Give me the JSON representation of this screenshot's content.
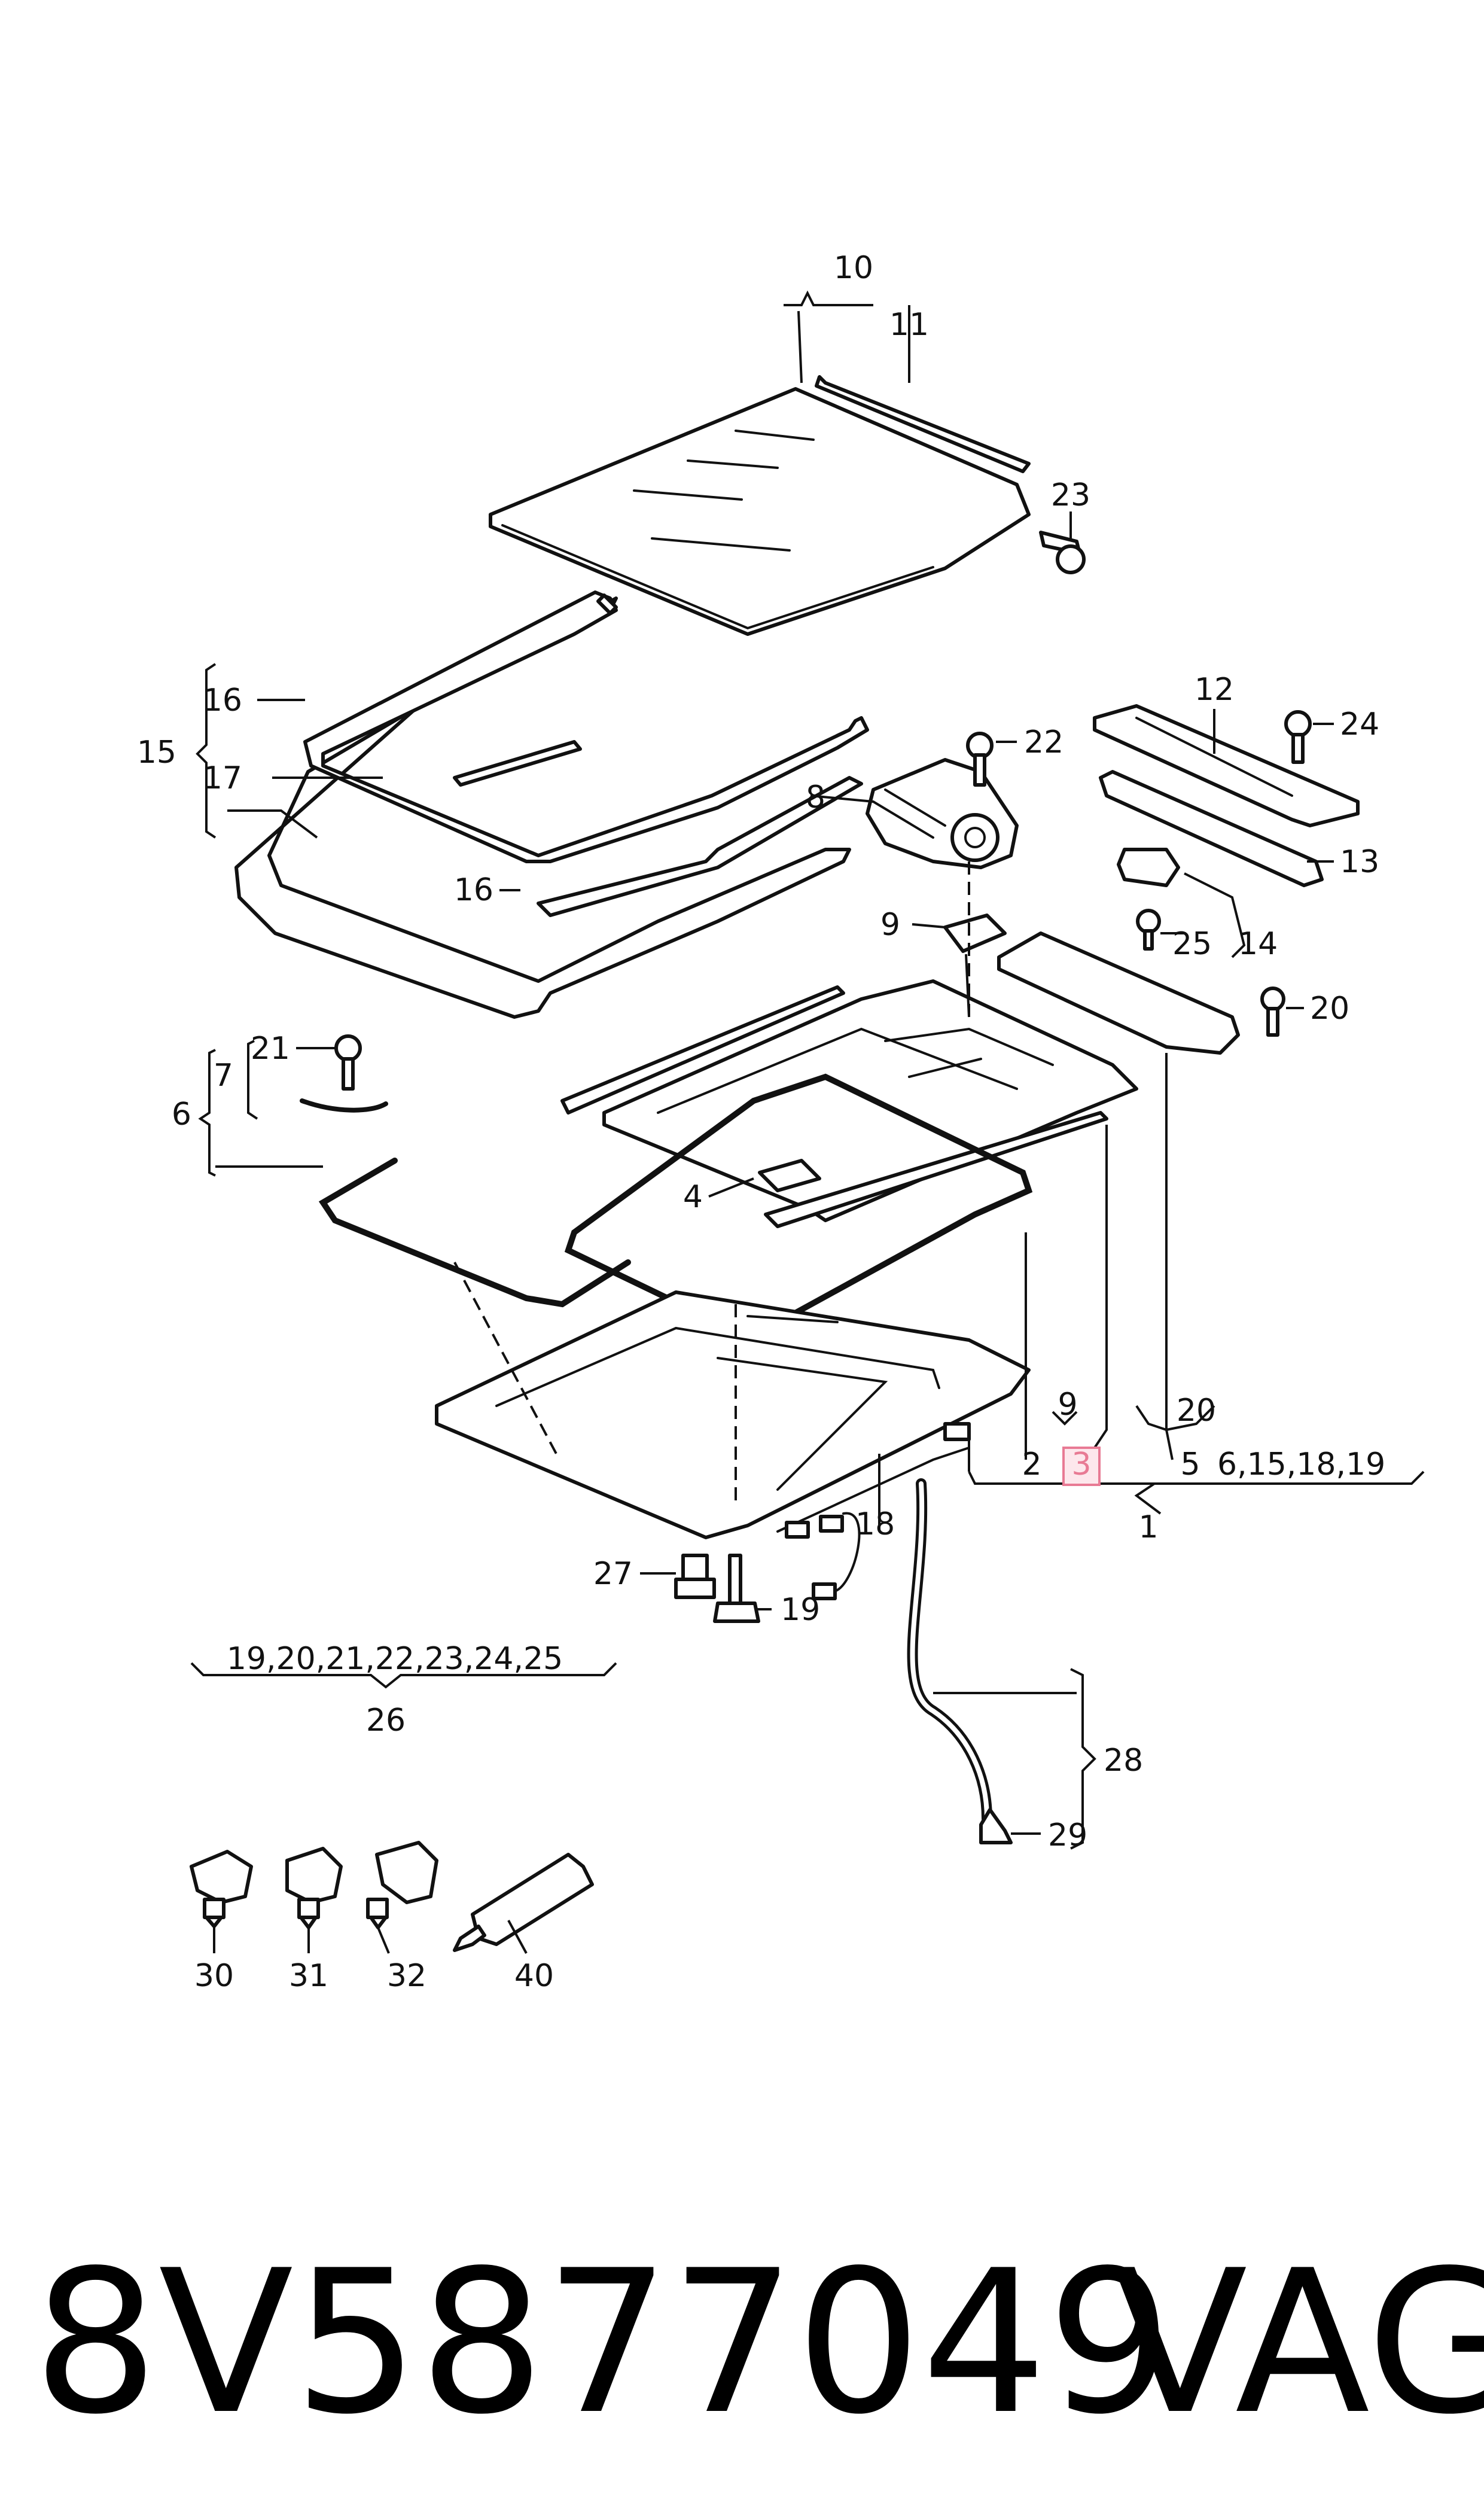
{
  "diagram": {
    "callouts": {
      "c1": "1",
      "c2": "2",
      "c3": "3",
      "c4": "4",
      "c5": "5",
      "c6": "6",
      "c7": "7",
      "c8": "8",
      "c9_top": "9",
      "c9_bottom": "9",
      "c10": "10",
      "c11": "11",
      "c12": "12",
      "c13": "13",
      "c14": "14",
      "c15": "15",
      "c16_top": "16",
      "c16_bottom": "16",
      "c17": "17",
      "c18": "18",
      "c19": "19",
      "c20_top": "20",
      "c20_bottom": "20",
      "c21": "21",
      "c22": "22",
      "c23": "23",
      "c24": "24",
      "c25": "25",
      "c26": "26",
      "c27": "27",
      "c28": "28",
      "c29": "29",
      "c30": "30",
      "c31": "31",
      "c32": "32",
      "c40": "40",
      "group_1_extra": "6,15,18,19",
      "group_26_members": "19,20,21,22,23,24,25"
    },
    "highlighted_callout": "3",
    "highlight_color": "#e87a94"
  },
  "caption": {
    "part_number": "8V5877049",
    "brand": "VAG"
  }
}
